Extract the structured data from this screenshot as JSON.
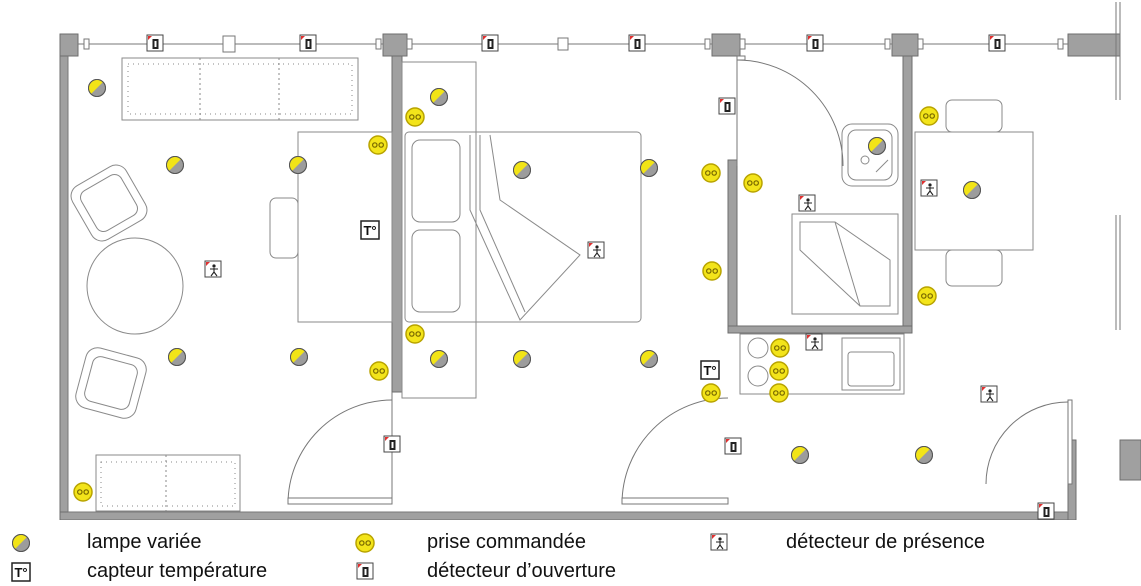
{
  "legend": {
    "lamp": "lampe variée",
    "outlet": "prise commandée",
    "presence": "détecteur de présence",
    "temperature": "capteur température",
    "opening": "détecteur d’ouverture"
  },
  "sensor_text": "T°",
  "colors": {
    "wall": "#9a9a9a",
    "wall_stroke": "#6e6e6e",
    "lamp_yellow": "#f2e417",
    "lamp_grey": "#9c9c9c",
    "outlet_yellow": "#f3e41a",
    "outlet_ring": "#b8a300",
    "detector_red": "#e03030",
    "furniture": "#8a8a8a",
    "text": "#111111"
  },
  "icons": {
    "lamp": "dimmable-lamp-icon",
    "outlet": "controlled-outlet-icon",
    "presence": "presence-detector-icon",
    "temperature": "temperature-sensor-icon",
    "opening": "opening-detector-icon"
  }
}
